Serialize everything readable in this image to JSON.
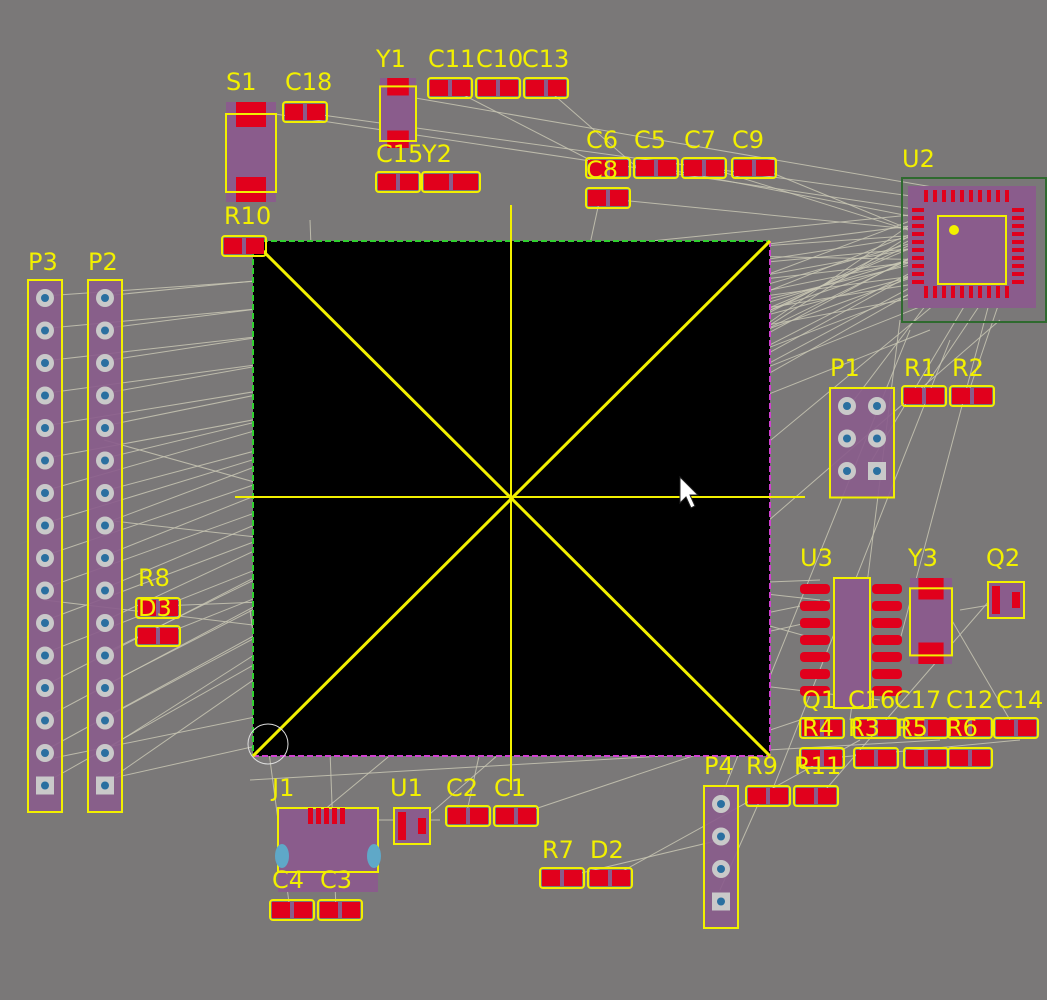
{
  "colors": {
    "background": "#7a7878",
    "silkscreen": "#f2f000",
    "pad": "#e1001c",
    "component_body": "#8a5c8c",
    "ratsnest": "#c9c7b4",
    "board": "#000000",
    "board_edge_green": "#30d030",
    "board_edge_magenta": "#d040d0"
  },
  "cursor_icon": "arrow-cursor-icon",
  "board": {
    "name": "board-outline"
  },
  "components": [
    {
      "ref": "S1",
      "kind": "switch"
    },
    {
      "ref": "C18",
      "kind": "cap"
    },
    {
      "ref": "Y1",
      "kind": "crystal"
    },
    {
      "ref": "C11",
      "kind": "cap"
    },
    {
      "ref": "C10",
      "kind": "cap"
    },
    {
      "ref": "C13",
      "kind": "cap"
    },
    {
      "ref": "C15",
      "kind": "cap"
    },
    {
      "ref": "Y2",
      "kind": "crystal"
    },
    {
      "ref": "C6",
      "kind": "cap"
    },
    {
      "ref": "C5",
      "kind": "cap"
    },
    {
      "ref": "C7",
      "kind": "cap"
    },
    {
      "ref": "C9",
      "kind": "cap"
    },
    {
      "ref": "C8",
      "kind": "cap"
    },
    {
      "ref": "U2",
      "kind": "qfn"
    },
    {
      "ref": "R10",
      "kind": "res"
    },
    {
      "ref": "P3",
      "kind": "header"
    },
    {
      "ref": "P2",
      "kind": "header"
    },
    {
      "ref": "P1",
      "kind": "header"
    },
    {
      "ref": "R1",
      "kind": "res"
    },
    {
      "ref": "R2",
      "kind": "res"
    },
    {
      "ref": "R8",
      "kind": "res"
    },
    {
      "ref": "D3",
      "kind": "diode"
    },
    {
      "ref": "U3",
      "kind": "dip"
    },
    {
      "ref": "Y3",
      "kind": "crystal"
    },
    {
      "ref": "Q1",
      "kind": "transistor"
    },
    {
      "ref": "Q2",
      "kind": "transistor"
    },
    {
      "ref": "C16",
      "kind": "cap"
    },
    {
      "ref": "C17",
      "kind": "cap"
    },
    {
      "ref": "C12",
      "kind": "cap"
    },
    {
      "ref": "C14",
      "kind": "cap"
    },
    {
      "ref": "R4",
      "kind": "res"
    },
    {
      "ref": "R3",
      "kind": "res"
    },
    {
      "ref": "R5",
      "kind": "res"
    },
    {
      "ref": "R6",
      "kind": "res"
    },
    {
      "ref": "P4",
      "kind": "header"
    },
    {
      "ref": "R9",
      "kind": "res"
    },
    {
      "ref": "R11",
      "kind": "res"
    },
    {
      "ref": "J1",
      "kind": "connector"
    },
    {
      "ref": "U1",
      "kind": "sot"
    },
    {
      "ref": "C2",
      "kind": "cap"
    },
    {
      "ref": "C1",
      "kind": "cap"
    },
    {
      "ref": "R7",
      "kind": "res"
    },
    {
      "ref": "D2",
      "kind": "diode"
    },
    {
      "ref": "C4",
      "kind": "cap"
    },
    {
      "ref": "C3",
      "kind": "cap"
    }
  ]
}
